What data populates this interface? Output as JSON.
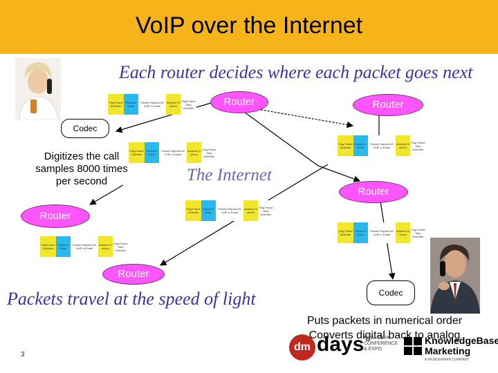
{
  "title": "VoIP over the Internet",
  "subtitle": "Each router decides where each packet goes next",
  "internet_label": "The Internet",
  "bottom_label": "Packets travel at the speed of light",
  "routers": [
    "Router",
    "Router",
    "Router",
    "Router",
    "Router"
  ],
  "codecs": [
    "Codec",
    "Codec"
  ],
  "digitize_note": [
    "Digitizes the call",
    "samples 8000 times",
    "per second"
  ],
  "receive_note": [
    "Puts packets in numerical order",
    "Converts digital back to analog"
  ],
  "packet_fields": [
    "Flag Frame Delimiter",
    "Packet # Order",
    "Packet Payload W/ VoIP or Email",
    "Address To where",
    "Flag Frame Stop Delimiter"
  ],
  "slide_number": "3",
  "logo_event": {
    "mark": "dm",
    "word": "days",
    "sub": [
      "NEW YORK",
      "CONFERENCE",
      "& EXPO"
    ]
  },
  "logo_company": {
    "name": [
      "KnowledgeBase",
      "Marketing"
    ],
    "tagline": "A WUNDERMAN COMPANY"
  },
  "colors": {
    "title_bar": "#f6b41a",
    "router": "#ff55ff",
    "italic_text": "#3a33a8",
    "packet_fields": [
      "#f2e62a",
      "#2ab8f0",
      "#ffffff",
      "#f2e62a",
      "#ffffff"
    ]
  }
}
